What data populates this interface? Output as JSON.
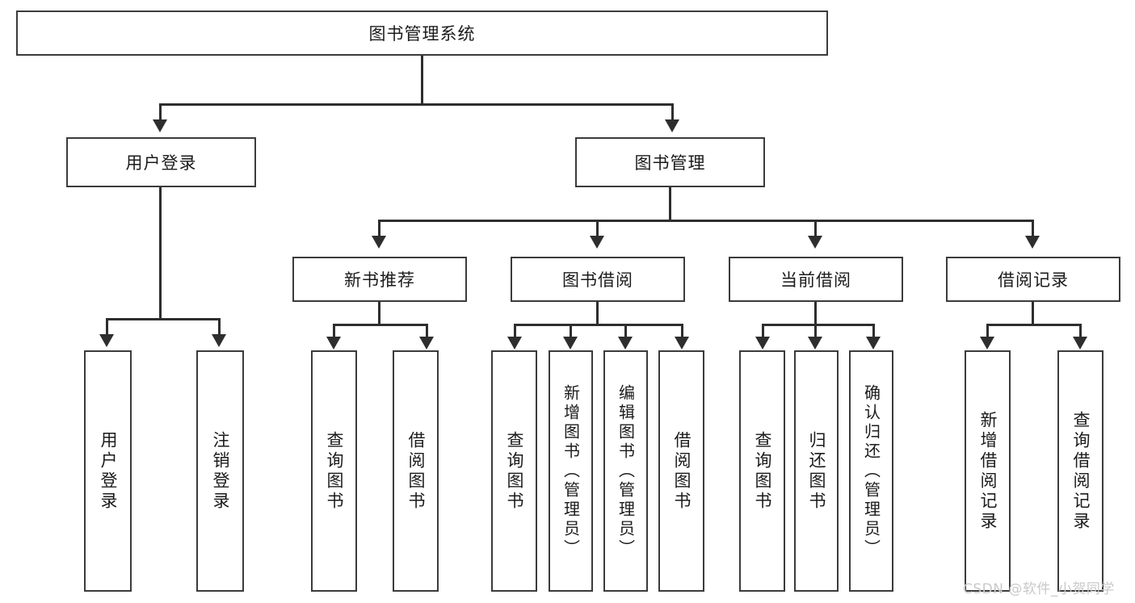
{
  "diagram": {
    "title": "图书管理系统",
    "type": "tree-hierarchy-diagram",
    "root": {
      "label": "图书管理系统"
    },
    "level1": [
      {
        "label": "用户登录"
      },
      {
        "label": "图书管理"
      }
    ],
    "level2": [
      {
        "label": "新书推荐"
      },
      {
        "label": "图书借阅"
      },
      {
        "label": "当前借阅"
      },
      {
        "label": "借阅记录"
      }
    ],
    "leaves": {
      "user_login": [
        {
          "label": "用户登录"
        },
        {
          "label": "注销登录"
        }
      ],
      "new_book_recommend": [
        {
          "label": "查询图书"
        },
        {
          "label": "借阅图书"
        }
      ],
      "book_borrow": [
        {
          "label": "查询图书"
        },
        {
          "label": "新增图书（管理员）"
        },
        {
          "label": "编辑图书（管理员）"
        },
        {
          "label": "借阅图书"
        }
      ],
      "current_borrow": [
        {
          "label": "查询图书"
        },
        {
          "label": "归还图书"
        },
        {
          "label": "确认归还（管理员）"
        }
      ],
      "borrow_record": [
        {
          "label": "新增借阅记录"
        },
        {
          "label": "查询借阅记录"
        }
      ]
    },
    "watermark": "CSDN @软件_小贺同学",
    "colors": {
      "box_border": "#3b3b3b",
      "line": "#2e2e2e",
      "background": "#ffffff",
      "text": "#1b1b1b",
      "watermark": "#c9c9c9"
    }
  }
}
